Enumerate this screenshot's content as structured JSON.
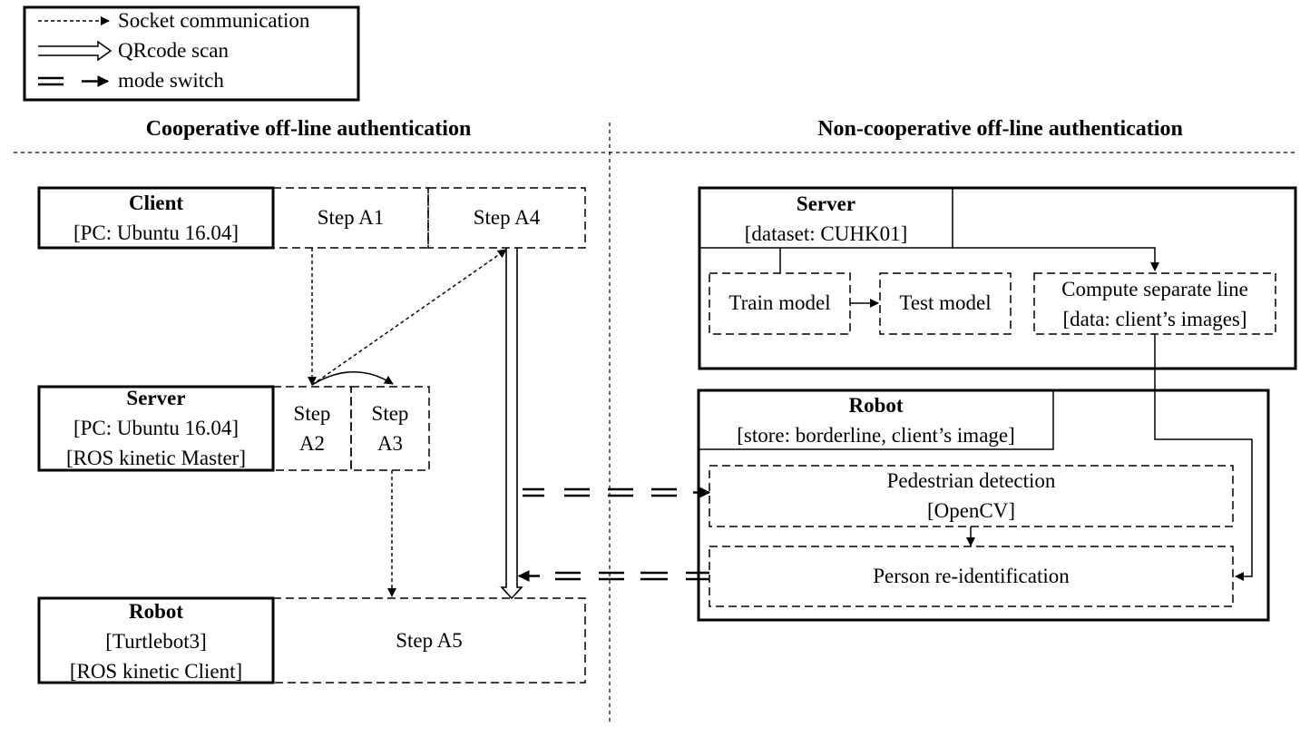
{
  "legend": {
    "socket": "Socket communication",
    "qr": "QRcode scan",
    "mode": "mode switch"
  },
  "coop": {
    "title": "Cooperative off-line authentication",
    "client": {
      "name": "Client",
      "detail": "[PC: Ubuntu 16.04]"
    },
    "server": {
      "name": "Server",
      "detail1": "[PC: Ubuntu 16.04]",
      "detail2": "[ROS kinetic Master]"
    },
    "robot": {
      "name": "Robot",
      "detail1": "[Turtlebot3]",
      "detail2": "[ROS kinetic Client]"
    },
    "steps": {
      "a1": "Step A1",
      "a4": "Step A4",
      "a2_l1": "Step",
      "a2_l2": "A2",
      "a3_l1": "Step",
      "a3_l2": "A3",
      "a5": "Step A5"
    }
  },
  "noncoop": {
    "title": "Non-cooperative off-line authentication",
    "server": {
      "name": "Server",
      "detail": "[dataset: CUHK01]",
      "train": "Train model",
      "test": "Test model",
      "compute_l1": "Compute separate line",
      "compute_l2": "[data: client’s images]"
    },
    "robot": {
      "name": "Robot",
      "detail": "[store: borderline, client’s image]",
      "ped_l1": "Pedestrian detection",
      "ped_l2": "[OpenCV]",
      "reid": "Person re-identification"
    }
  }
}
